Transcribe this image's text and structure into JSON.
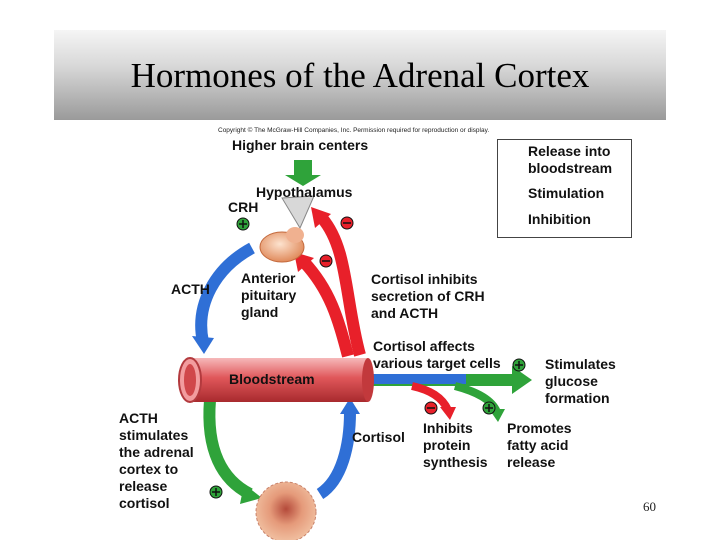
{
  "slide": {
    "title": "Hormones of the Adrenal Cortex",
    "page_number": "60"
  },
  "figure": {
    "copyright": "Copyright © The McGraw-Hill Companies, Inc. Permission required for reproduction or display.",
    "labels": {
      "higher_brain_centers": "Higher brain centers",
      "hypothalamus": "Hypothalamus",
      "crh": "CRH",
      "acth_left": "ACTH",
      "anterior_pituitary": "Anterior\npituitary\ngland",
      "cortisol_inhibits": "Cortisol inhibits\nsecretion of CRH\nand ACTH",
      "cortisol_affects": "Cortisol affects\nvarious target cells",
      "bloodstream": "Bloodstream",
      "stimulates_glucose": "Stimulates\nglucose\nformation",
      "acth_stimulates": "ACTH\nstimulates\nthe adrenal\ncortex to\nrelease\ncortisol",
      "cortisol": "Cortisol",
      "inhibits_protein": "Inhibits\nprotein\nsynthesis",
      "promotes_fatty": "Promotes\nfatty acid\nrelease"
    },
    "legend": [
      {
        "label": "Release into\nbloodstream",
        "color": "#2f6fd6"
      },
      {
        "label": "Stimulation",
        "color": "#2fa33a"
      },
      {
        "label": "Inhibition",
        "color": "#e8202a"
      }
    ],
    "colors": {
      "blue": "#2f6fd6",
      "green": "#2fa33a",
      "red": "#e8202a",
      "vessel": "#e0575a"
    }
  }
}
